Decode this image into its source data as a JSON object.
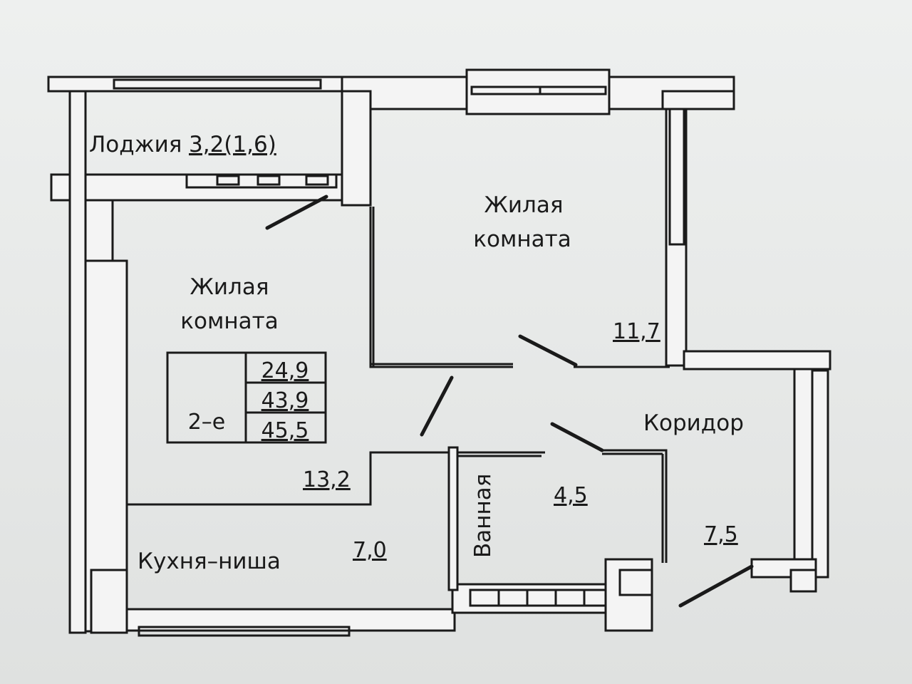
{
  "rooms": {
    "loggia": {
      "label": "Лоджия",
      "area": "3,2(1,6)"
    },
    "living_left": {
      "line1": "Жилая",
      "line2": "комната",
      "area": "13,2"
    },
    "living_right": {
      "line1": "Жилая",
      "line2": "комната",
      "area": "11,7"
    },
    "kitchen": {
      "label": "Кухня–ниша",
      "area": "7,0"
    },
    "bathroom": {
      "label": "Ванная",
      "area": "4,5"
    },
    "corridor": {
      "label": "Коридор",
      "area": "7,5"
    }
  },
  "summary": {
    "rooms_count": "2–е",
    "living_area": "24,9",
    "usable_area": "43,9",
    "total_area": "45,5"
  },
  "colors": {
    "ink": "#1a1a1a",
    "paper": "#f4f4f4",
    "background": "#e6e8e7"
  }
}
